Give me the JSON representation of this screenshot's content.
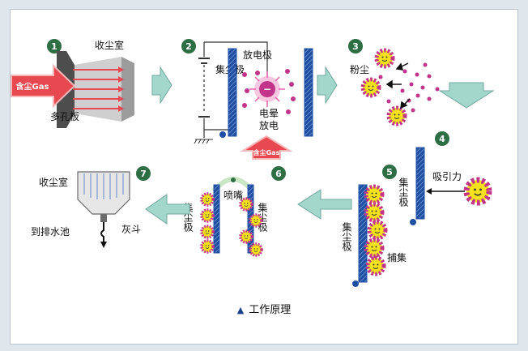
{
  "steps": [
    "1",
    "2",
    "3",
    "4",
    "5",
    "6",
    "7"
  ],
  "labels": {
    "dust_chamber": "收尘室",
    "dust_gas": "含尘Gas",
    "perforated_plate": "多孔板",
    "discharge_electrode": "放电极",
    "collector_electrode": "集尘极",
    "corona": "电晕",
    "discharge": "放电",
    "dust": "粉尘",
    "attraction": "吸引力",
    "capture": "捕集",
    "nozzle": "喷嘴",
    "hopper": "灰斗",
    "to_drain": "到排水池",
    "minus": "−"
  },
  "caption": "工作原理",
  "colors": {
    "step_circle": "#2e6e45",
    "arrow_teal": "#a4d7cc",
    "electrode_blue": "#1f4fa3",
    "gas_arrow": "#e8484f",
    "dust_magenta": "#c2348a",
    "dust_yellow": "#f6e21c"
  }
}
